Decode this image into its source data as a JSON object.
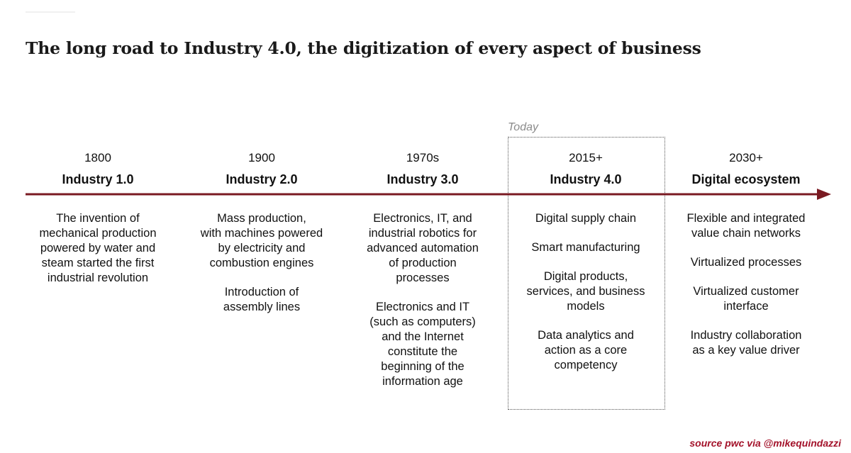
{
  "title": "The long road to Industry 4.0, the digitization of every aspect of business",
  "today_label": "Today",
  "colors": {
    "arrow": "#7a1a22",
    "source": "#a3122a",
    "today_border": "#555555"
  },
  "columns": [
    {
      "year": "1800",
      "era": "Industry 1.0",
      "items": [
        "The invention of\nmechanical production\npowered by water and\nsteam started the first\nindustrial revolution"
      ]
    },
    {
      "year": "1900",
      "era": "Industry 2.0",
      "items": [
        "Mass production,\nwith machines powered\nby electricity and\ncombustion engines",
        "Introduction of\nassembly lines"
      ]
    },
    {
      "year": "1970s",
      "era": "Industry 3.0",
      "items": [
        "Electronics, IT, and\nindustrial robotics for\nadvanced automation\nof production\nprocesses",
        "Electronics and IT\n(such as computers)\nand the Internet\nconstitute the\nbeginning of the\ninformation age"
      ]
    },
    {
      "year": "2015+",
      "era": "Industry 4.0",
      "items": [
        "Digital supply chain",
        "Smart manufacturing",
        "Digital products,\nservices, and business\nmodels",
        "Data analytics and\naction as a core\ncompetency"
      ]
    },
    {
      "year": "2030+",
      "era": "Digital ecosystem",
      "items": [
        "Flexible and integrated\nvalue chain networks",
        "Virtualized processes",
        "Virtualized customer\ninterface",
        "Industry collaboration\nas a key value driver"
      ]
    }
  ],
  "source": "source pwc via @mikequindazzi"
}
